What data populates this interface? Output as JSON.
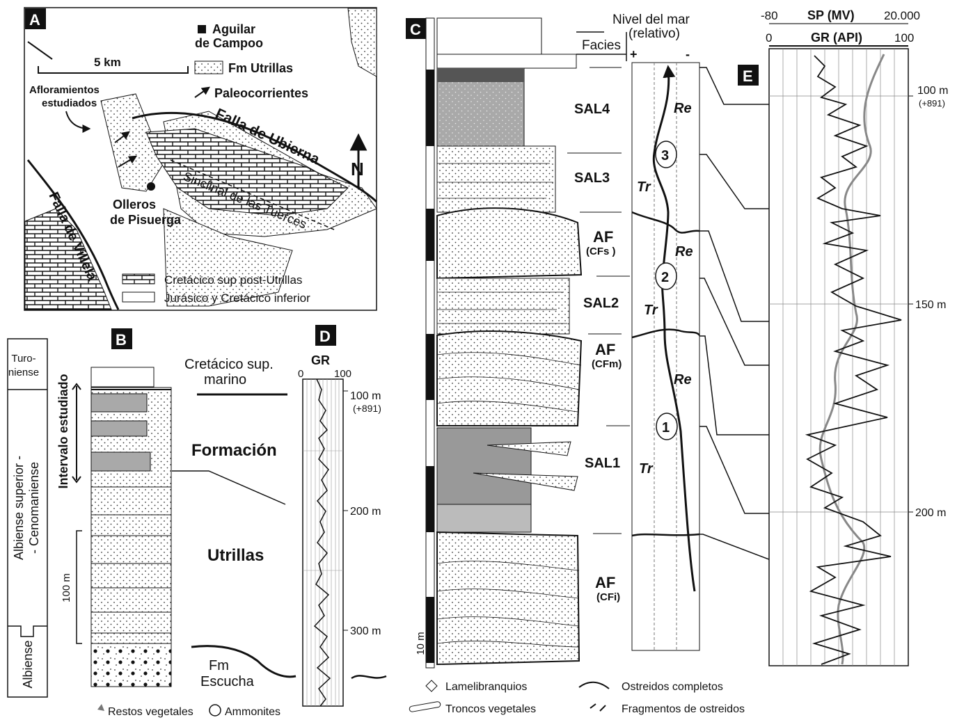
{
  "panels": {
    "a": "A",
    "b": "B",
    "c": "C",
    "d": "D",
    "e": "E"
  },
  "map": {
    "scale": "5 km",
    "legend_town": "Aguilar",
    "legend_town2": "de Campoo",
    "legend_fm": "Fm Utrillas",
    "legend_paleo": "Paleocorrientes",
    "outcrops_1": "Afloramientos",
    "outcrops_2": "estudiados",
    "fault_ubierna": "Falla de Ubierna",
    "fault_villela": "Falla de Villela",
    "syncline": "Sinclinal de las Tuerces",
    "olleros_1": "Olleros",
    "olleros_2": "de Pisuerga",
    "north": "N",
    "legend_cret": "Cretácico sup post-Utrillas",
    "legend_jur": "Jurásico y Cretácico inferior"
  },
  "column_b": {
    "age_top_1": "Turo-",
    "age_top_2": "niense",
    "age_mid_1": "Albiense superior -",
    "age_mid_2": "- Cenomaniense",
    "age_bot": "Albiense",
    "interval": "Intervalo estudiado",
    "scale": "100 m",
    "marine_1": "Cretácico sup.",
    "marine_2": "marino",
    "formation": "Formación",
    "utrillas": "Utrillas",
    "escucha_1": "Fm",
    "escucha_2": "Escucha",
    "legend_plants": "Restos vegetales",
    "legend_ammo": "Ammonites"
  },
  "log_d": {
    "label": "GR",
    "tick_0": "0",
    "tick_100": "100",
    "depth_100": "100 m",
    "depth_100b": "(+891)",
    "depth_200": "200 m",
    "depth_300": "300 m"
  },
  "column_c": {
    "sea_level_1": "Nivel del mar",
    "sea_level_2": "(relativo)",
    "facies": "Facies",
    "plus": "+",
    "minus": "-",
    "sal4": "SAL4",
    "sal3": "SAL3",
    "af_s": "AF",
    "cfs": "(CFs )",
    "sal2": "SAL2",
    "af_m": "AF",
    "cfm": "(CFm)",
    "sal1": "SAL1",
    "af_i": "AF",
    "cfi": "(CFi)",
    "seq_3": "3",
    "seq_2": "2",
    "seq_1": "1",
    "re": "Re",
    "tr": "Tr",
    "scale": "10 m",
    "legend_lamel": "Lamelibranquios",
    "legend_ostr_c": "Ostreidos completos",
    "legend_troncos": "Troncos vegetales",
    "legend_ostr_f": "Fragmentos de ostreidos"
  },
  "log_e": {
    "sp_label": "SP (MV)",
    "sp_min": "-80",
    "sp_max": "20.000",
    "gr_label": "GR (API)",
    "gr_min": "0",
    "gr_max": "100",
    "depth_100": "100 m",
    "depth_100b": "(+891)",
    "depth_150": "150 m",
    "depth_200": "200 m"
  }
}
